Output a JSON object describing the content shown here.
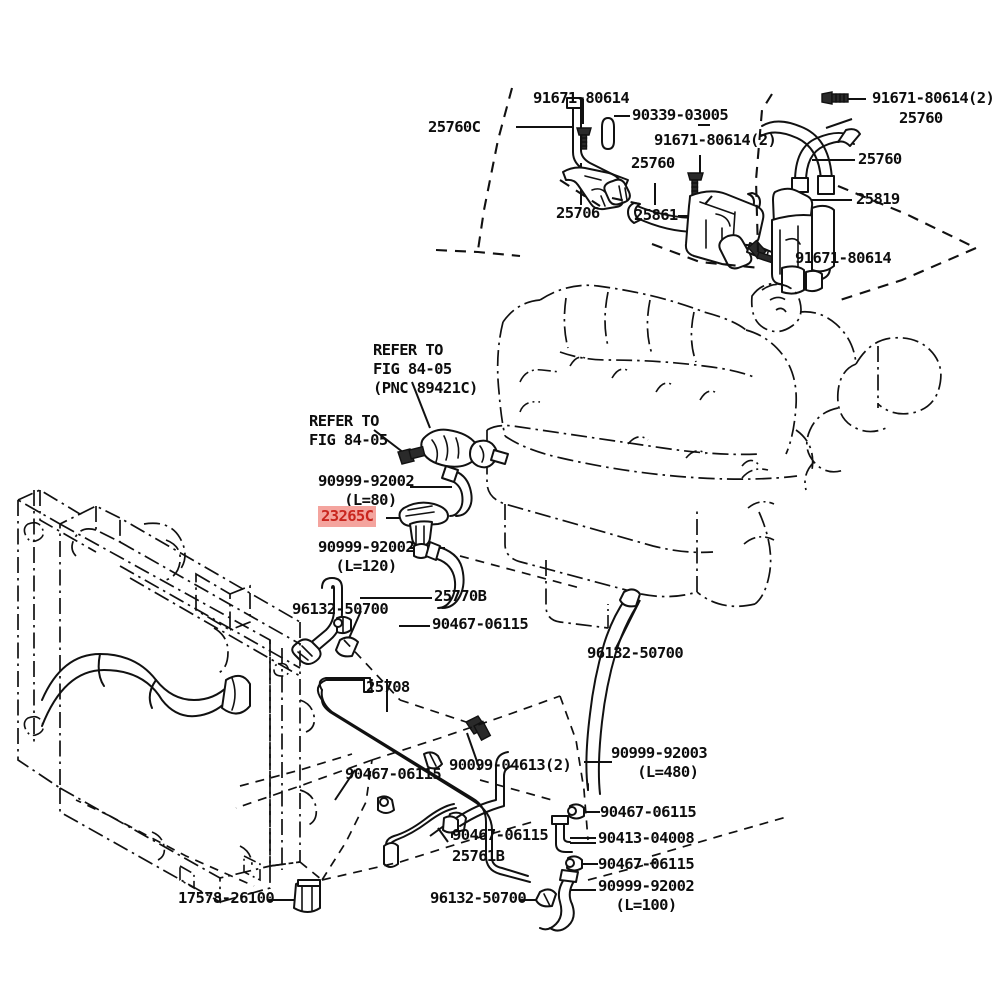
{
  "diagram": {
    "title": "Engine Vacuum / Emission Hose Parts Diagram",
    "highlight_color": "#c9261f",
    "highlight_background": "#f4a49e",
    "line_color": "#111111",
    "background_color": "#ffffff"
  },
  "labels": {
    "l_25760C": "25760C",
    "l_91671_80614_a": "91671-80614",
    "l_90339_03005": "90339-03005",
    "l_91671_80614_2a": "91671-80614(2)",
    "l_25706": "25706",
    "l_25760_a": "25760",
    "l_25861": "25861",
    "l_91671_80614_2b": "91671-80614(2)",
    "l_25760_b": "25760",
    "l_25760_c": "25760",
    "l_25819": "25819",
    "l_91671_80614_b": "91671-80614",
    "l_refer_84_05_pnc": "REFER TO\nFIG 84-05\n(PNC 89421C)",
    "l_refer_84_05": "REFER TO\nFIG 84-05",
    "l_90999_92002_80": "90999-92002\n   (L=80)",
    "l_23265C": "23265C",
    "l_90999_92002_120": "90999-92002\n  (L=120)",
    "l_25770B": "25770B",
    "l_96132_50700_a": "96132-50700",
    "l_90467_06115_a": "90467-06115",
    "l_96132_50700_b": "96132-50700",
    "l_25708": "25708",
    "l_90467_06115_b": "90467-06115",
    "l_90099_04613_2": "90099-04613(2)",
    "l_90999_92003_480": "90999-92003\n   (L=480)",
    "l_90467_06115_c": "90467-06115",
    "l_90413_04008": "90413-04008",
    "l_90467_06115_d": "90467-06115",
    "l_90999_92002_100": "90999-92002\n  (L=100)",
    "l_90467_06115_e": "90467-06115",
    "l_25761B": "25761B",
    "l_17578_26100": "17578-26100",
    "l_96132_50700_c": "96132-50700"
  }
}
